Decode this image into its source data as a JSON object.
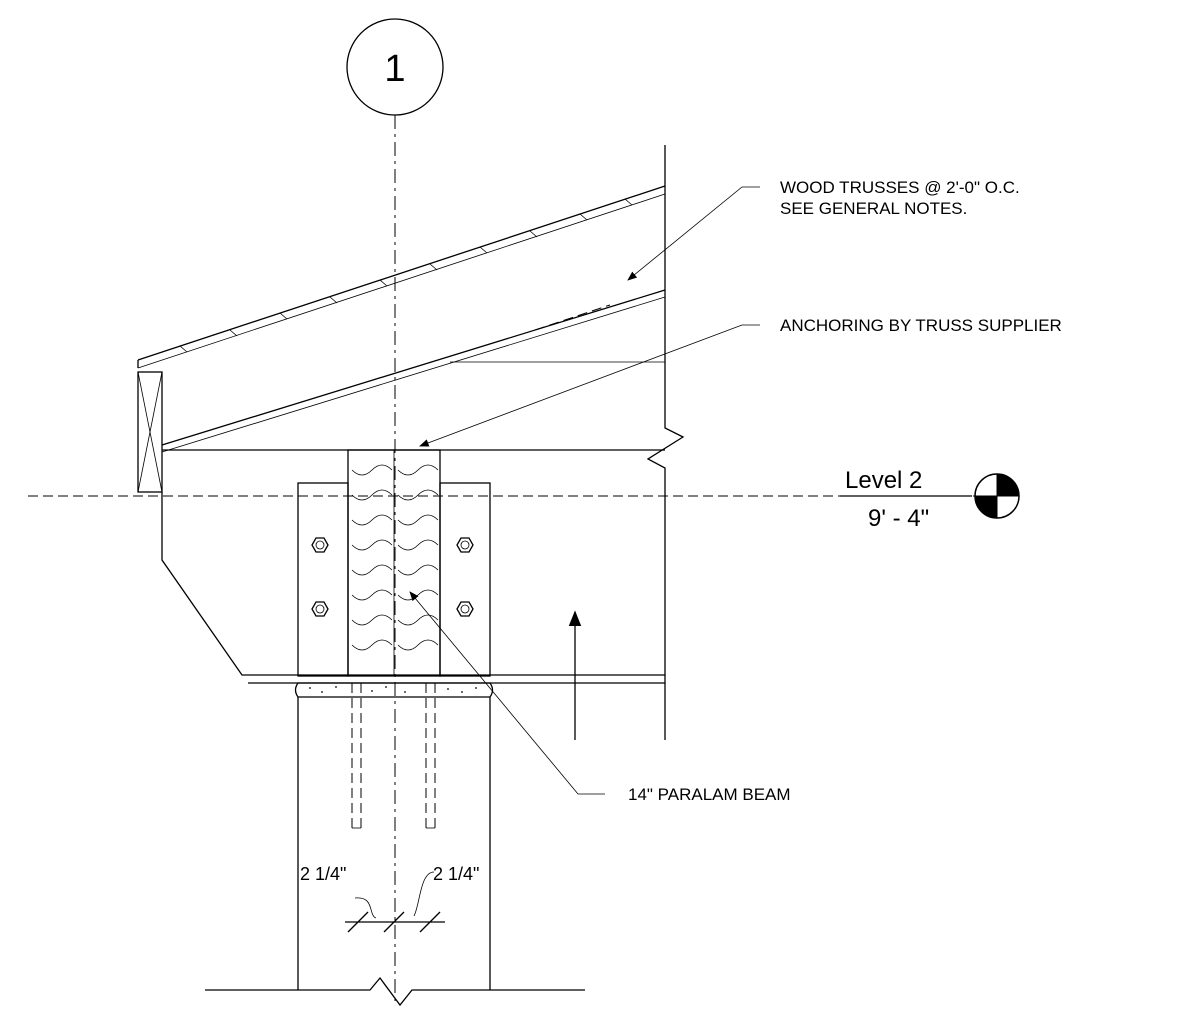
{
  "grid": {
    "number": "1"
  },
  "level": {
    "name": "Level 2",
    "elevation": "9' - 4\""
  },
  "notes": {
    "trusses_line1": "WOOD TRUSSES @ 2'-0\" O.C.",
    "trusses_line2": "SEE GENERAL NOTES.",
    "anchoring": "ANCHORING BY TRUSS SUPPLIER",
    "beam": "14\" PARALAM BEAM"
  },
  "dimensions": {
    "left": "2 1/4\"",
    "right": "2 1/4\""
  }
}
